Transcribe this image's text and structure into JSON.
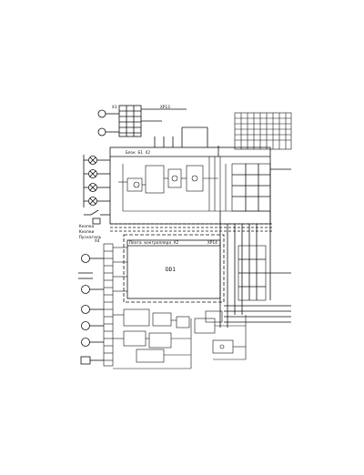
{
  "labels": {
    "top_connector_left": "X1",
    "top_connector_right": "XP13",
    "block_a_caption": "Блок Б1 Х2",
    "block_b_caption": "Плата контроллера A2",
    "block_b_ref": "XP14",
    "center_device": "DD1",
    "connector_x4": "X4",
    "caption_left_a": "Кнопка",
    "caption_left_b": "Кнопки",
    "caption_left_c": "Пускатель"
  }
}
